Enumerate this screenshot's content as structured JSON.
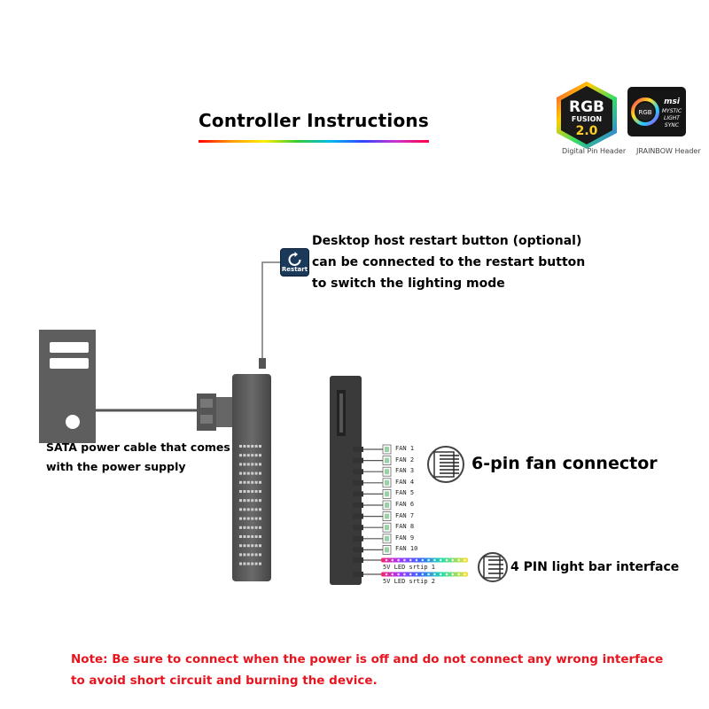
{
  "title": "Controller Instructions",
  "logos": {
    "rgb_fusion": {
      "line1": "RGB",
      "line2": "FUSION",
      "line3": "2.0",
      "caption": "Digital Pin Header"
    },
    "msi": {
      "center": "RGB",
      "brand": "msi",
      "line1": "MYSTIC",
      "line2": "LIGHT",
      "line3": "SYNC",
      "caption": "JRAINBOW Header"
    }
  },
  "restart_icon_label": "Restart",
  "restart_desc": [
    "Desktop host restart button (optional)",
    "can be connected to the restart button",
    "to switch the lighting mode"
  ],
  "sata_desc": [
    "SATA power cable that comes",
    "with the power supply"
  ],
  "fan_ports": [
    "FAN 1",
    "FAN 2",
    "FAN 3",
    "FAN 4",
    "FAN 5",
    "FAN 6",
    "FAN 7",
    "FAN 8",
    "FAN 9",
    "FAN 10"
  ],
  "led_strips": [
    "5V LED srtip 1",
    "5V LED srtip 2"
  ],
  "fan_connector_label": "6-pin fan connector",
  "light_bar_label": "4 PIN light bar interface",
  "note": [
    "Note: Be sure to connect when the power is off and do not connect any wrong interface",
    "to avoid short circuit and burning the device."
  ],
  "colors": {
    "note": "#e8141e",
    "device": "#5a5a5a",
    "device_dark": "#3a3a3a"
  }
}
